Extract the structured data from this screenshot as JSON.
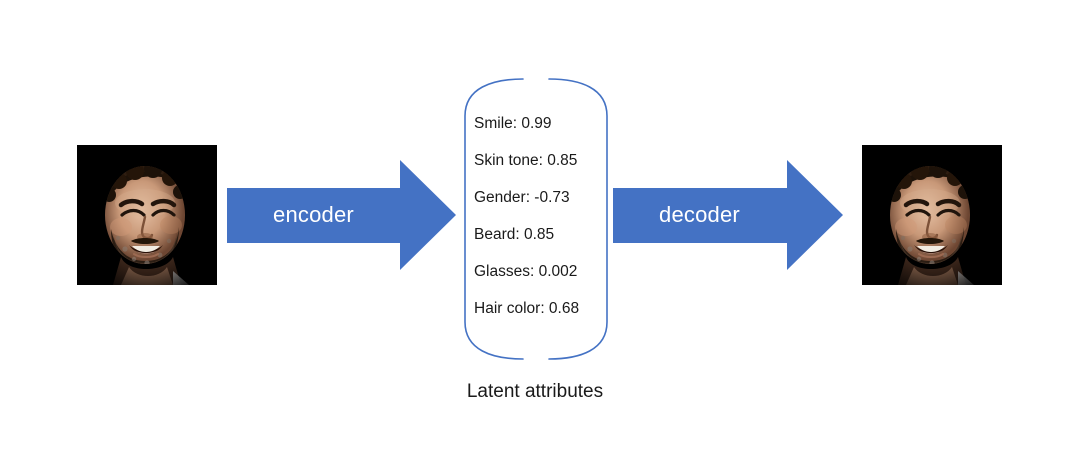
{
  "diagram": {
    "title": "Autoencoder latent attribute diagram",
    "accent_color": "#4472C4",
    "bracket_color": "#4472C4",
    "label_color": "#FFFFFF",
    "text_color": "#1A1A1A",
    "background_color": "#FFFFFF"
  },
  "input_image": {
    "alt": "photo of a smiling bearded man on black background",
    "background": "#000000"
  },
  "output_image": {
    "alt": "reconstructed photo of a smiling bearded man on black background",
    "background": "#000000"
  },
  "arrows": {
    "encoder": {
      "label": "encoder"
    },
    "decoder": {
      "label": "decoder"
    }
  },
  "latent": {
    "caption": "Latent attributes",
    "attributes": [
      {
        "name": "Smile",
        "value": "0.99",
        "text": "Smile: 0.99"
      },
      {
        "name": "Skin tone",
        "value": "0.85",
        "text": "Skin tone: 0.85"
      },
      {
        "name": "Gender",
        "value": "-0.73",
        "text": "Gender: -0.73"
      },
      {
        "name": "Beard",
        "value": "0.85",
        "text": "Beard: 0.85"
      },
      {
        "name": "Glasses",
        "value": "0.002",
        "text": "Glasses: 0.002"
      },
      {
        "name": "Hair color",
        "value": "0.68",
        "text": "Hair color: 0.68"
      }
    ]
  }
}
